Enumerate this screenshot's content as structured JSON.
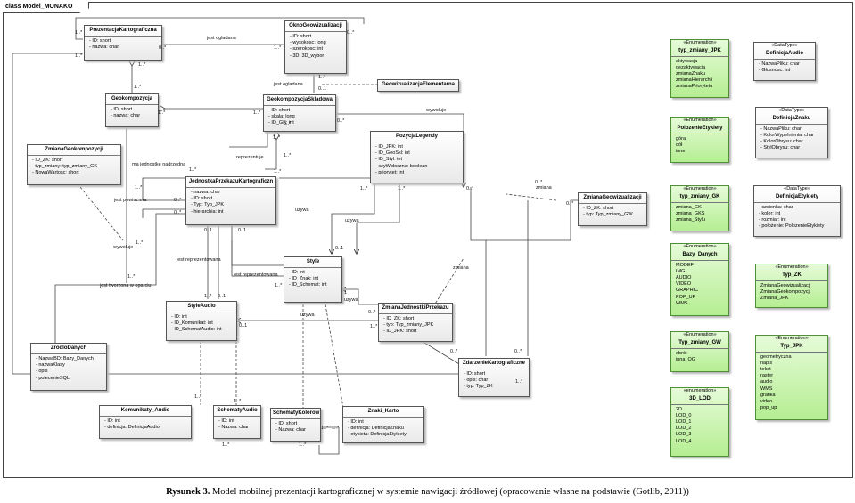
{
  "frame": {
    "title": "class Model_MONAKO"
  },
  "caption": {
    "bold": "Rysunek 3.",
    "text": " Model mobilnej prezentacji kartograficznej w systemie nawigacji źródłowej (opracowanie własne na podstawie (Gotlib, 2011))"
  },
  "classes": {
    "prezentacja": {
      "name": "PrezentacjaKartograficzna",
      "attrs": [
        "ID: short",
        "nazwa: char"
      ]
    },
    "okno": {
      "name": "OknoGeowizualizacji",
      "attrs": [
        "ID: short",
        "wysokosc: long",
        "szerokosc: int",
        "3D: 3D_wybor"
      ]
    },
    "geowizElem": {
      "name": "GeowizualizacjaElementarna",
      "attrs": []
    },
    "geokompozycja": {
      "name": "Geokompozycja",
      "attrs": [
        "ID: short",
        "nazwa: char"
      ]
    },
    "geokompSkl": {
      "name": "GeokompozycjaSkladowa",
      "attrs": [
        "ID: short",
        "skala: long",
        "ID_GK: int"
      ]
    },
    "zmianaGeokomp": {
      "name": "ZmianaGeokompozycji",
      "attrs": [
        "ID_ZK: short",
        "typ_zmiany: typ_zmiany_GK",
        "NowaWartosc: short"
      ]
    },
    "pozycjaLegendy": {
      "name": "PozycjaLegendy",
      "attrs": [
        "ID_JPK: int",
        "ID_GeoSkl: int",
        "ID_Styl: int",
        "czyWidoczna: boolean",
        "priorytet: int"
      ]
    },
    "zmianaGeowiz": {
      "name": "ZmianaGeowizualizacji",
      "attrs": [
        "ID_ZK: short",
        "typ: Typ_zmiany_GW"
      ]
    },
    "jednostka": {
      "name": "JednostkaPrzekazuKartograficzn",
      "attrs": [
        "nazwa: char",
        "ID: short",
        "Typ: Typ_JPK",
        "hierarchia: int"
      ]
    },
    "style": {
      "name": "Style",
      "attrs": [
        "ID: int",
        "ID_Znak: int",
        "ID_Schemat: int"
      ]
    },
    "styleAudio": {
      "name": "StyleAudio",
      "attrs": [
        "ID: int",
        "ID_Komunikat: int",
        "ID_SchematAudio: int"
      ]
    },
    "zmianaJedn": {
      "name": "ZmianaJednostkiPrzekazu",
      "attrs": [
        "ID_ZK: short",
        "typ: Typ_zmiany_JPK",
        "ID_JPK: short"
      ]
    },
    "zrodloDanych": {
      "name": "ZrodloDanych",
      "attrs": [
        "NazwaBD: Bazy_Danych",
        "nazwaKlasy",
        "opis",
        "polecenieSQL"
      ]
    },
    "zdarzenie": {
      "name": "ZdarzenieKartograficzne",
      "attrs": [
        "ID: short",
        "opis: char",
        "typ: Typ_ZK"
      ]
    },
    "komunikaty": {
      "name": "Komunikaty_Audio",
      "attrs": [
        "ID: int",
        "definicja: DefinicjaAudio"
      ]
    },
    "schematyAudio": {
      "name": "SchematyAudio",
      "attrs": [
        "ID: int",
        "Nazwa: char"
      ]
    },
    "schematyKolorow": {
      "name": "SchematyKolorow",
      "attrs": [
        "ID: short",
        "Nazwa: char"
      ]
    },
    "znaki": {
      "name": "Znaki_Karto",
      "attrs": [
        "ID: int",
        "definicja: DefinicjaZnaku",
        "etykieta: DefinicjaEtykiety"
      ]
    },
    "enumTypZmianyJPK": {
      "stereo": "«Enumeration»",
      "name": "typ_zmiany_JPK",
      "attrs": [
        "aktywacja",
        "dezaktywacja",
        "zmianaZnaku",
        "zmianaHierarchii",
        "zmianaPriorytetu"
      ]
    },
    "dtAudio": {
      "stereo": "«DataType»",
      "name": "DefinicjaAudio",
      "attrs": [
        "NazwaPliku: char",
        "Glosnosc: int"
      ]
    },
    "enumPolozenie": {
      "stereo": "«Enumeration»",
      "name": "PolozenieEtykiety",
      "attrs": [
        "góra",
        "dół",
        "inne"
      ]
    },
    "dtZnaku": {
      "stereo": "«DataType»",
      "name": "DefinicjaZnaku",
      "attrs": [
        "NazwaPliku: char",
        "KolorWypelnienia: char",
        "KolorObrysu: char",
        "StylObrysu: char"
      ]
    },
    "enumTypZmianyGK": {
      "stereo": "«Enumeration»",
      "name": "typ_zmiany_GK",
      "attrs": [
        "zmiana_GK",
        "zmiana_GKS",
        "zmiana_Stylu"
      ]
    },
    "dtEtykiety": {
      "stereo": "«DataType»",
      "name": "DefinicjaEtykiety",
      "attrs": [
        "czcionka: char",
        "kolor: int",
        "rozmiar: int",
        "położenie: PolozenieEtykiety"
      ]
    },
    "enumBazy": {
      "stereo": "«Enumeration»",
      "name": "Bazy_Danych",
      "attrs": [
        "MODEF",
        "IMG",
        "AUDIO",
        "VIDEO",
        "GRAPHIC",
        "POP_UP",
        "WMS"
      ]
    },
    "enumTypZK": {
      "stereo": "«Enumeration»",
      "name": "Typ_ZK",
      "attrs": [
        "ZmianaGeowizualizacji",
        "ZmianaGeokompozycji",
        "Zmiana_JPK"
      ]
    },
    "enumTypZmianyGW": {
      "stereo": "«Enumeration»",
      "name": "Typ_zmiany_GW",
      "attrs": [
        "obrót",
        "inna_OG"
      ]
    },
    "enumTypJPK": {
      "stereo": "«Enumeration»",
      "name": "Typ_JPK",
      "attrs": [
        "geometryczna",
        "napis",
        "tekst",
        "raster",
        "audio",
        "WMS",
        "grafika",
        "video",
        "pop_up"
      ]
    },
    "enum3DLOD": {
      "stereo": "«enumeration»",
      "name": "3D_LOD",
      "attrs": [
        "2D",
        "LOD_0",
        "LOD_1",
        "LOD_2",
        "LOD_3",
        "LOD_4"
      ]
    }
  },
  "labels": {
    "jestOgladana1": "jest ogladana",
    "jestOgladana2": "jest ogladana",
    "wywoluje1": "wywoluje",
    "wywoluje2": "wywoluje",
    "reprezentuje": "reprezentuje",
    "maJednostke": "ma jednostke nadrzedna",
    "jestPowiazana": "jest powiazana",
    "jestReprezentowana": "jest reprezentowana",
    "jestReprezentowana2": "jest reprezentowana",
    "jestTworzona": "jest tworzona w oparciu",
    "uzywa1": "uzywa",
    "uzywa2": "uzywa",
    "uzywa3": "uzywa",
    "uzywa4": "uzywa",
    "zmiana1": "zmiana",
    "zmiana2": "zmiana",
    "m1": "1..*",
    "m2": "0..*",
    "m3": "1..*",
    "m4": "1..*",
    "m5": "1..*",
    "m6": "0..*",
    "m7": "1..*",
    "m8": "1..*",
    "m9": "0..1",
    "m10": "1..*",
    "m11": "1..*",
    "m12": "1..*",
    "m13": "1..*",
    "m14": "0..*",
    "m15": "0..*",
    "m16": "0..*",
    "m17": "0..1",
    "m18": "0..1",
    "m19": "1..*",
    "m20": "0..1",
    "m21": "0..*",
    "m22": "1..*",
    "m23": "0..*",
    "m24": "1..*",
    "m25": "0..*",
    "m26": "0..1",
    "m27": "1..*",
    "m28": "1..*",
    "m29": "1..*",
    "m30": "1..*",
    "m31": "1..*",
    "m32": "0..*",
    "m33": "1..*",
    "m34": "0..*",
    "m35": "0..*",
    "m36": "1..*",
    "m37": "1..*",
    "m38": "1..*",
    "m39": "1..*",
    "m40": "1..*",
    "m41": "1",
    "m42": "1..*",
    "m43": "0..*",
    "m44": "1..*",
    "m45": "0..1",
    "m46": "1..*"
  }
}
